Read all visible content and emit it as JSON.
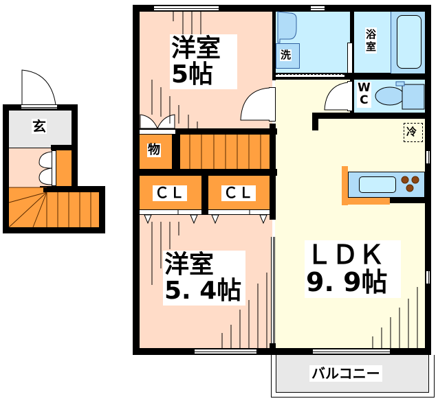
{
  "floorplan": {
    "rooms": [
      {
        "id": "western-room-1",
        "name": "洋室",
        "size": "5帖"
      },
      {
        "id": "western-room-2",
        "name": "洋室",
        "size": "5.4帖",
        "size_display": "5. 4帖"
      },
      {
        "id": "ldk",
        "name": "ＬＤＫ",
        "size": "9.9帖",
        "size_display": "9. 9帖"
      },
      {
        "id": "entrance",
        "name": "玄"
      },
      {
        "id": "storage",
        "name": "物"
      },
      {
        "id": "closet-1",
        "name": "ＣＬ"
      },
      {
        "id": "closet-2",
        "name": "ＣＬ"
      },
      {
        "id": "washroom",
        "name": "洗"
      },
      {
        "id": "bathroom",
        "name": "浴室",
        "line1": "浴",
        "line2": "室"
      },
      {
        "id": "toilet",
        "name": "WC",
        "line1": "W",
        "line2": "C"
      },
      {
        "id": "fridge",
        "name": "冷"
      },
      {
        "id": "balcony",
        "name": "バルコニー"
      }
    ],
    "colors": {
      "wall": "#000000",
      "western_room": "#ffdcc8",
      "ldk": "#fffde0",
      "storage_orange": "#ffa040",
      "wet_area": "#c8f0ff",
      "fixture_blue": "#b0dcf8",
      "entrance_gray": "#e8e8e8",
      "balcony_gray": "#e8e8e8",
      "stove_brown": "#8b4513"
    }
  }
}
